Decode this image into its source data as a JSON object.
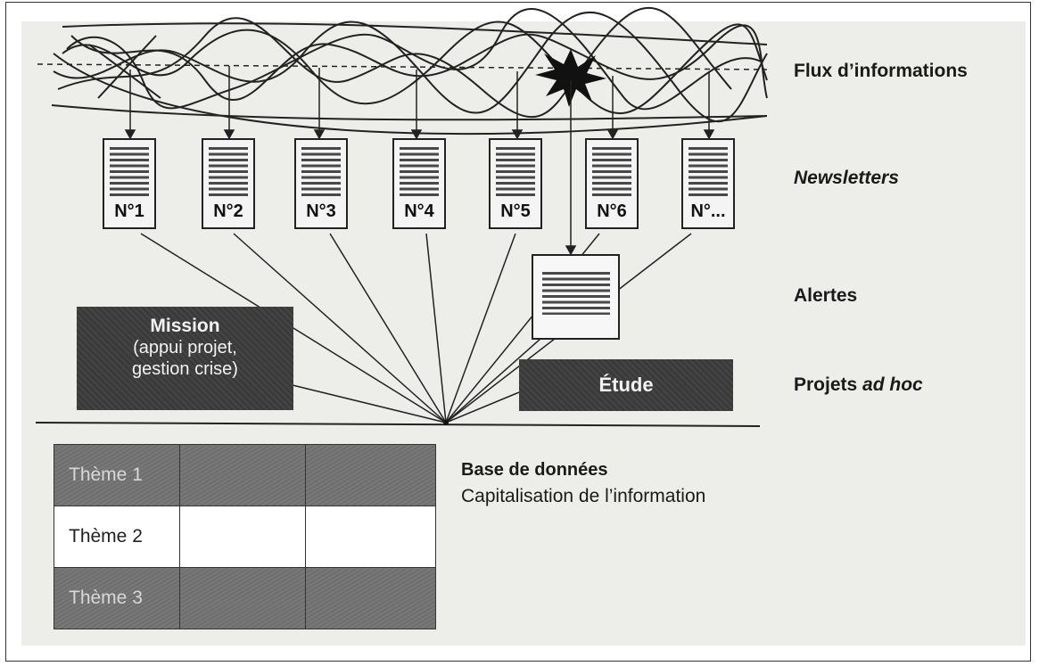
{
  "labels": {
    "flux": "Flux d’informations",
    "newsletters": "Newsletters",
    "alertes": "Alertes",
    "projets_prefix": "Projets ",
    "projets_italic": "ad hoc"
  },
  "newsletters": [
    "N°1",
    "N°2",
    "N°3",
    "N°4",
    "N°5",
    "N°6",
    "N°..."
  ],
  "mission": {
    "title": "Mission",
    "line1": "(appui projet,",
    "line2": "gestion crise)"
  },
  "etude": "Étude",
  "database": {
    "title": "Base de données",
    "subtitle": "Capitalisation de l’information",
    "themes": [
      "Thème 1",
      "Thème 2",
      "Thème 3"
    ]
  }
}
